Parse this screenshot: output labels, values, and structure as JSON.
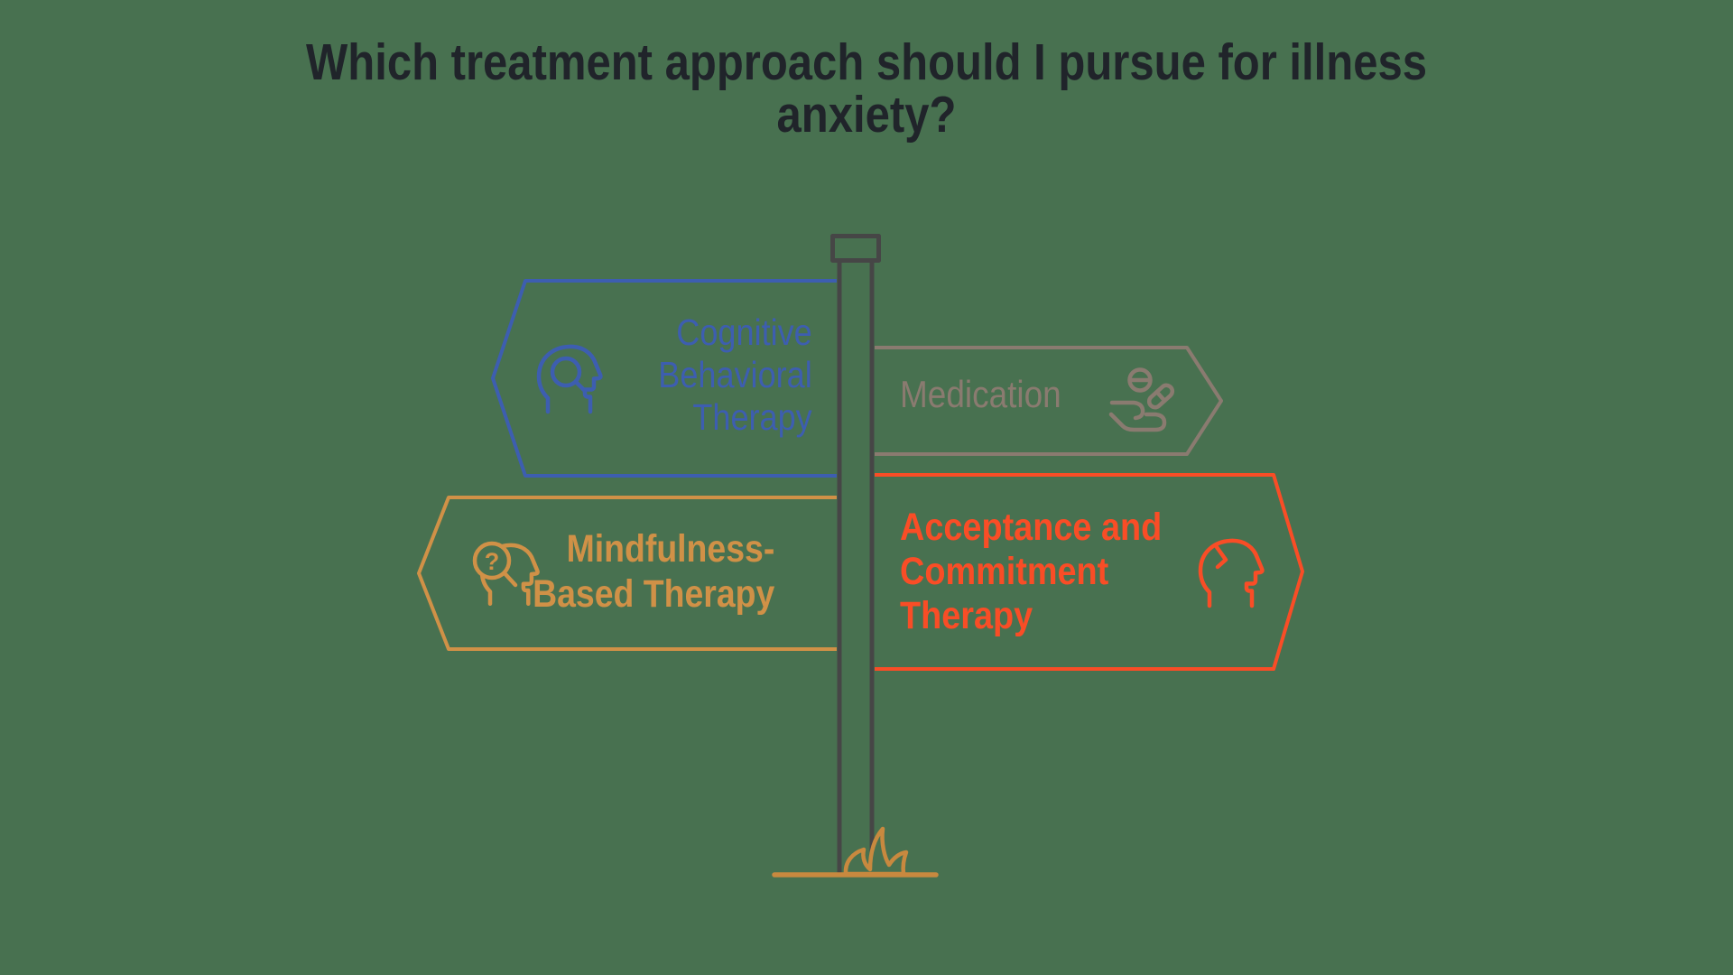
{
  "background_color": "#487150",
  "title": {
    "text": "Which treatment approach should I pursue for illness anxiety?",
    "lines": [
      "Which treatment approach should I pursue for illness",
      "anxiety?"
    ],
    "color": "#20242a"
  },
  "signpost": {
    "pole_color": "#464646",
    "ground_color": "#c8893f",
    "question_glyph": "?",
    "signs": [
      {
        "id": "cbt",
        "label": "Cognitive Behavioral Therapy",
        "lines": [
          "Cognitive",
          "Behavioral",
          "Therapy"
        ],
        "color": "#3d5eb0",
        "direction": "left",
        "icon": "head-magnifier-icon"
      },
      {
        "id": "medication",
        "label": "Medication",
        "lines": [
          "Medication"
        ],
        "color": "#8a7b70",
        "direction": "right",
        "icon": "hand-pills-icon"
      },
      {
        "id": "mindfulness",
        "label": "Mindfulness-Based Therapy",
        "lines": [
          "Mindfulness-",
          "Based Therapy"
        ],
        "color": "#d09147",
        "direction": "left",
        "icon": "head-question-magnifier-icon"
      },
      {
        "id": "act",
        "label": "Acceptance and Commitment Therapy",
        "lines": [
          "Acceptance and",
          "Commitment",
          "Therapy"
        ],
        "color": "#f94d26",
        "direction": "right",
        "icon": "head-clock-icon"
      }
    ]
  }
}
